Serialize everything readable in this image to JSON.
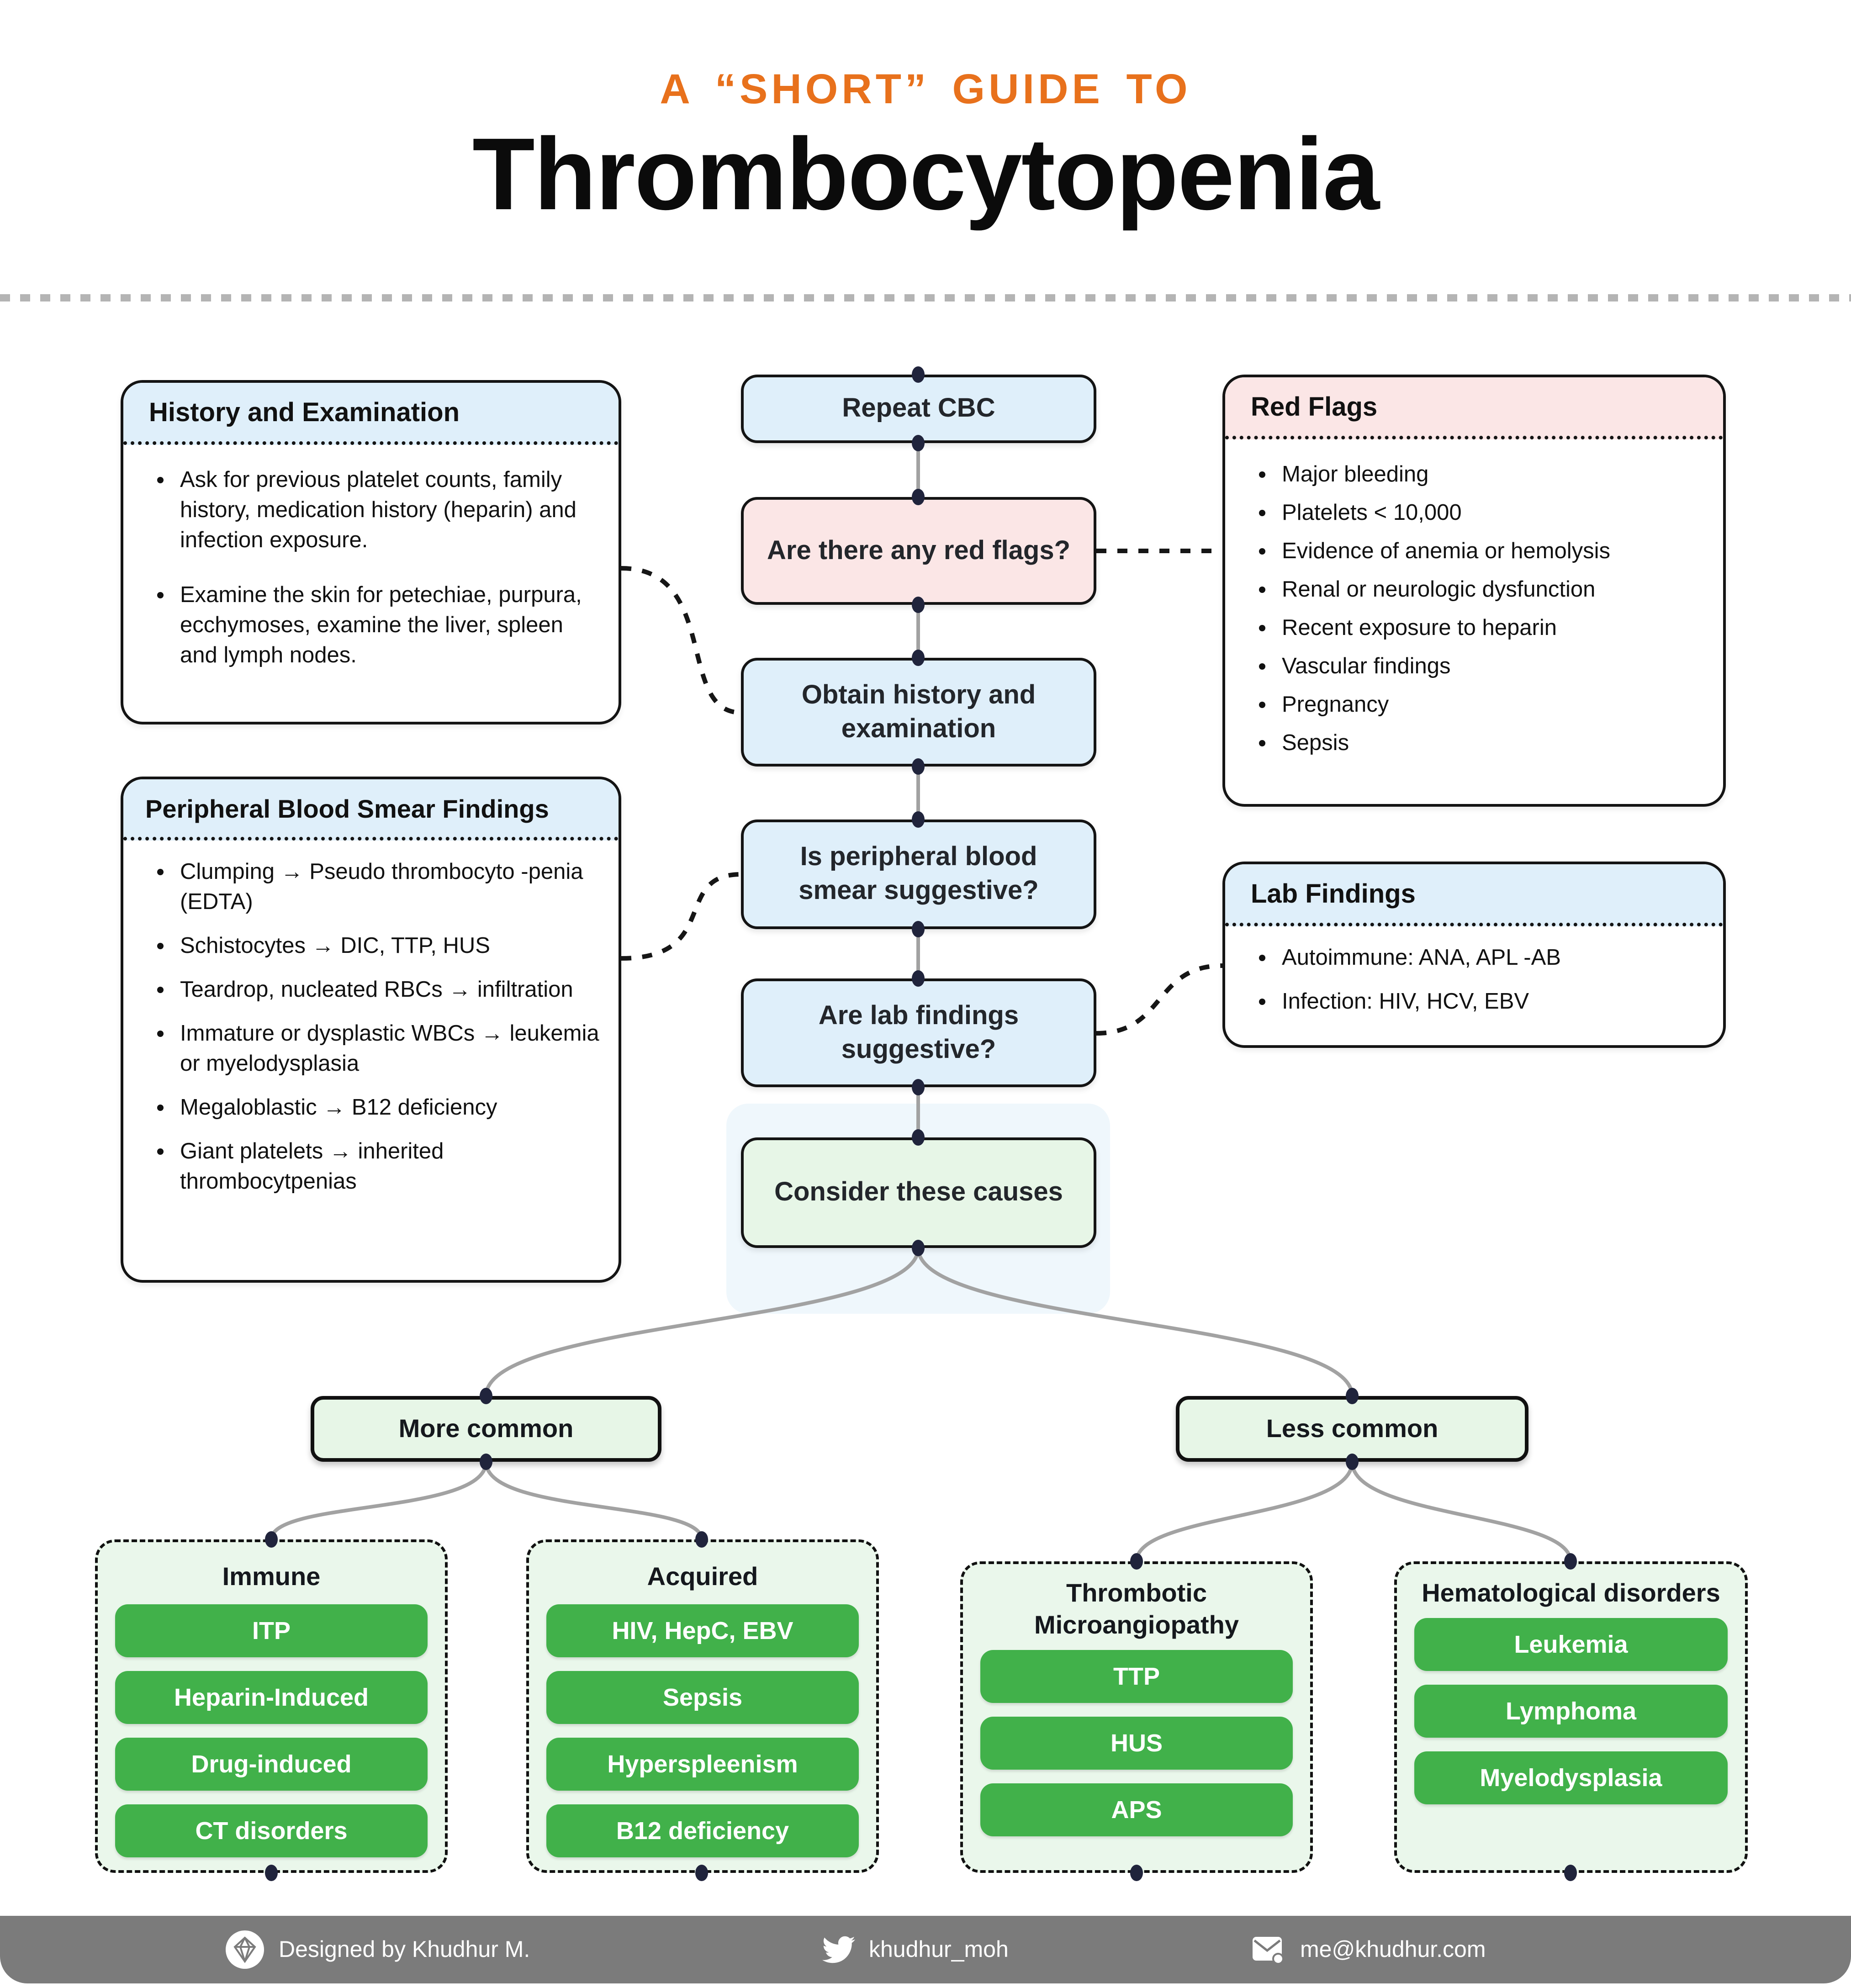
{
  "colors": {
    "accent_orange": "#E8711C",
    "header_blue": "#DFEFFA",
    "header_pink": "#FBE6E6",
    "light_green": "#E7F6E7",
    "pill_green": "#41B14A",
    "border_black": "#141414",
    "connector_gray": "#A2A2A2",
    "dot_navy": "#20243C",
    "footer_gray": "#7B7B7B"
  },
  "header": {
    "kicker": "A “SHORT” GUIDE TO",
    "title": "Thrombocytopenia"
  },
  "flow": {
    "repeat_cbc": "Repeat CBC",
    "red_flags_q": "Are there any red flags?",
    "obtain": "Obtain history and examination",
    "smear_q": "Is peripheral blood smear suggestive?",
    "lab_q": "Are lab findings suggestive?",
    "consider": "Consider these causes"
  },
  "panels": {
    "history": {
      "title": "History and Examination",
      "items": [
        "Ask for previous platelet counts, family history, medication history (heparin) and infection exposure.",
        "Examine the skin for petechiae, purpura, ecchymoses, examine the liver, spleen and lymph nodes."
      ]
    },
    "red_flags": {
      "title": "Red Flags",
      "items": [
        "Major bleeding",
        "Platelets < 10,000",
        "Evidence of anemia or hemolysis",
        "Renal or neurologic dysfunction",
        "Recent exposure to heparin",
        "Vascular findings",
        "Pregnancy",
        "Sepsis"
      ]
    },
    "smear": {
      "title": "Peripheral Blood Smear Findings",
      "items": [
        "Clumping → Pseudo thrombocyto -penia (EDTA)",
        "Schistocytes → DIC, TTP, HUS",
        "Teardrop, nucleated RBCs → infiltration",
        "Immature or dysplastic WBCs → leukemia or myelodysplasia",
        "Megaloblastic → B12 deficiency",
        "Giant platelets → inherited thrombocytpenias"
      ]
    },
    "lab": {
      "title": "Lab Findings",
      "items": [
        "Autoimmune: ANA, APL -AB",
        "Infection: HIV, HCV, EBV"
      ]
    }
  },
  "branches": {
    "more": {
      "label": "More common",
      "groups": [
        {
          "title": "Immune",
          "items": [
            "ITP",
            "Heparin-Induced",
            "Drug-induced",
            "CT disorders"
          ]
        },
        {
          "title": "Acquired",
          "items": [
            "HIV, HepC, EBV",
            "Sepsis",
            "Hyperspleenism",
            "B12 deficiency"
          ]
        }
      ]
    },
    "less": {
      "label": "Less common",
      "groups": [
        {
          "title": "Thrombotic Microangiopathy",
          "items": [
            "TTP",
            "HUS",
            "APS"
          ]
        },
        {
          "title": "Hematological disorders",
          "items": [
            "Leukemia",
            "Lymphoma",
            "Myelodysplasia"
          ]
        }
      ]
    }
  },
  "footer": {
    "credit": "Designed by Khudhur M.",
    "twitter": "khudhur_moh",
    "email": "me@khudhur.com"
  }
}
